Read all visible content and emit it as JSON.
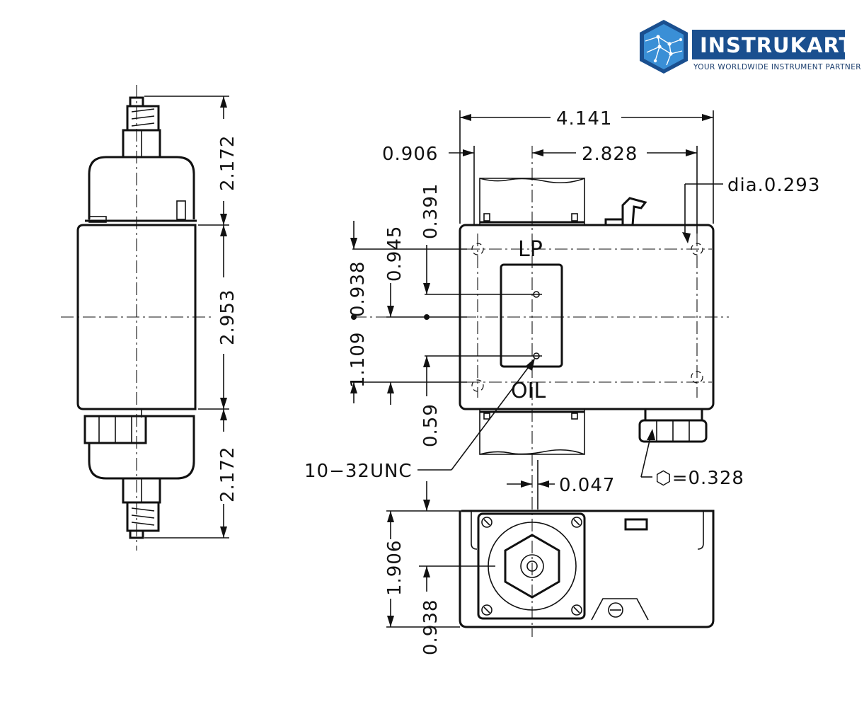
{
  "logo": {
    "name": "INSTRUKART",
    "tagline": "YOUR WORLDWIDE INSTRUMENT PARTNER",
    "colors": {
      "dark_blue": "#1a4f8f",
      "light_blue": "#3a8fd6"
    }
  },
  "side_view": {
    "dim_top": "2.172",
    "dim_body": "2.953",
    "dim_bottom": "2.172"
  },
  "front_view": {
    "label_lp": "LP",
    "label_oil": "OIL",
    "dim_total_width": "4.141",
    "dim_left_offset": "0.906",
    "dim_hole_spacing": "2.828",
    "dim_hole_dia": "dia.0.293",
    "dim_vertical_0391": "0.391",
    "dim_vertical_0945": "0.945",
    "dim_vertical_0938": "0.938",
    "dim_vertical_1109": "1.109",
    "dim_vertical_059": "0.59",
    "dim_thread": "10−32UNC",
    "dim_offset_0047": "0.047",
    "dim_hex": "⬡=0.328"
  },
  "bottom_view": {
    "dim_depth": "1.906",
    "dim_center": "0.938"
  }
}
